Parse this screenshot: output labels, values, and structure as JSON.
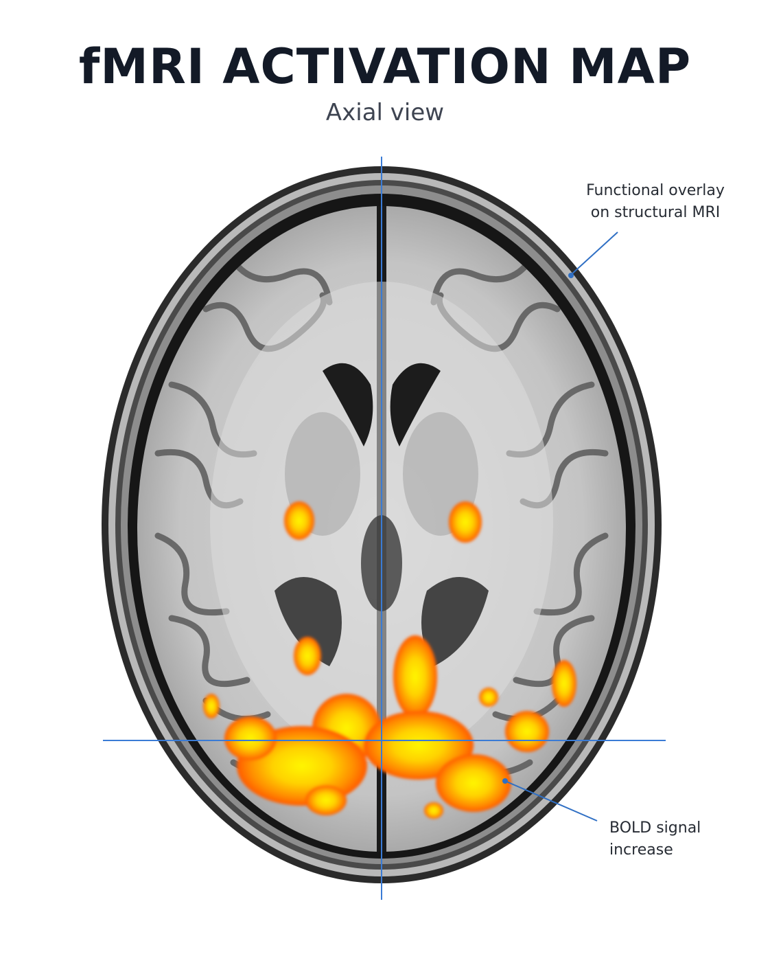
{
  "figure": {
    "title": "fMRI ACTIVATION MAP",
    "subtitle": "Axial view"
  },
  "annotations": {
    "overlay_line1": "Functional overlay",
    "overlay_line2": "on structural MRI",
    "bold_line1": "BOLD signal",
    "bold_line2": "increase"
  },
  "colors": {
    "crosshair": "#3a7bd5",
    "leader_line": "#2f6fc4",
    "activation_low": "#ff6a00",
    "activation_mid": "#ffb000",
    "activation_high": "#fff200",
    "title_text": "#131a27"
  }
}
